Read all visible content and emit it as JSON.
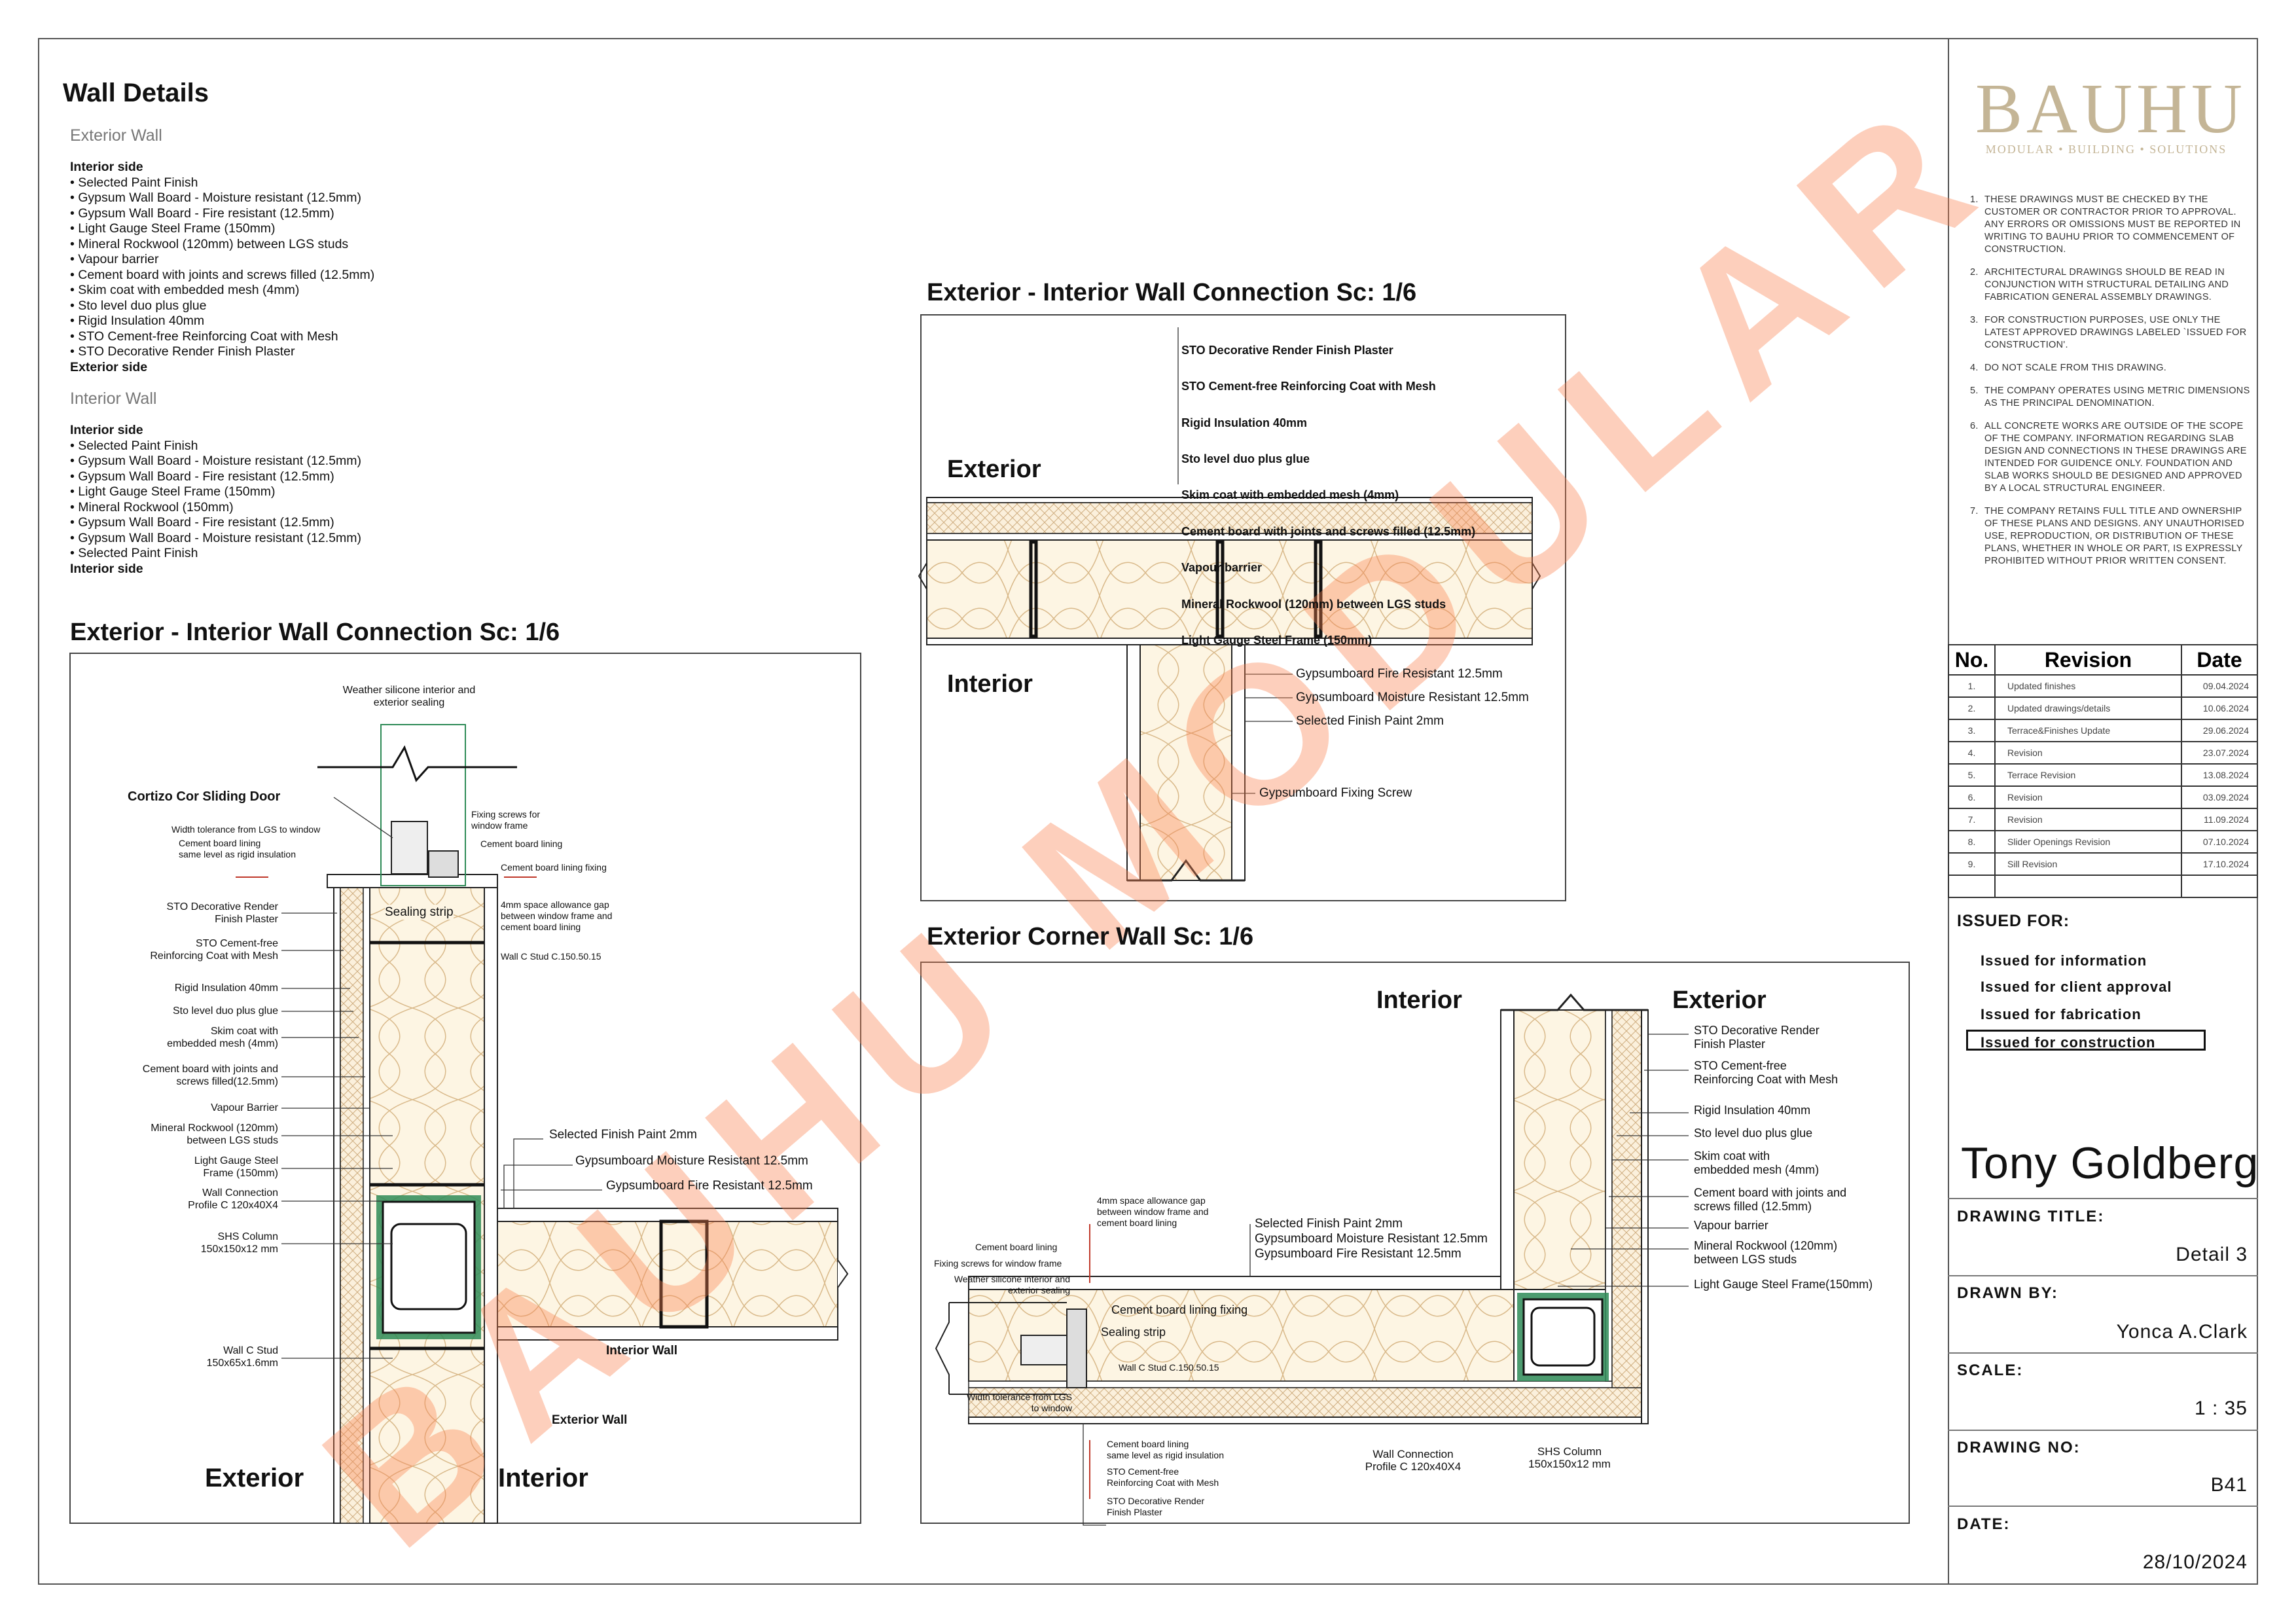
{
  "sheet": {
    "title": "Wall Details",
    "exterior_wall": {
      "heading": "Exterior Wall",
      "start_label": "Interior side",
      "items": [
        "Selected Paint Finish",
        "Gypsum Wall Board - Moisture resistant (12.5mm)",
        "Gypsum Wall Board - Fire resistant (12.5mm)",
        "Light Gauge Steel Frame (150mm)",
        "Mineral Rockwool (120mm)  between LGS studs",
        "Vapour barrier",
        "Cement board with joints and screws filled (12.5mm)",
        "Skim coat with embedded mesh (4mm)",
        "Sto level duo plus glue",
        "Rigid Insulation 40mm",
        "STO Cement-free Reinforcing Coat with Mesh",
        "STO Decorative Render Finish Plaster"
      ],
      "end_label": "Exterior side"
    },
    "interior_wall": {
      "heading": "Interior Wall",
      "start_label": "Interior side",
      "items": [
        "Selected Paint Finish",
        "Gypsum Wall Board - Moisture resistant (12.5mm)",
        "Gypsum Wall Board - Fire resistant (12.5mm)",
        "Light Gauge Steel Frame (150mm)",
        "Mineral Rockwool (150mm)",
        "Gypsum Wall Board - Fire resistant (12.5mm)",
        "Gypsum Wall Board - Moisture resistant (12.5mm)",
        "Selected Paint Finish"
      ],
      "end_label": "Interior side"
    }
  },
  "detail_left": {
    "title": "Exterior - Interior Wall Connection Sc: 1/6",
    "labels": {
      "weather": "Weather silicone interior and\nexterior sealing",
      "door": "Cortizo Cor Sliding Door",
      "width_tol": "Width tolerance from LGS  to window",
      "cement_same": "Cement board lining\nsame level as rigid insulation",
      "fixing_screws": "Fixing screws for\nwindow frame",
      "cement_lining": "Cement board lining",
      "cement_fixing": "Cement board lining fixing",
      "sealing": "Sealing strip",
      "gap": "4mm space allowance gap\nbetween window frame and\ncement board lining",
      "c_stud": "Wall C Stud  C.150.50.15",
      "render": "STO Decorative Render\nFinish Plaster",
      "reinf": "STO Cement-free\nReinforcing Coat with Mesh",
      "rigid": "Rigid Insulation 40mm",
      "glue": "Sto level duo plus glue",
      "skim": "Skim coat with\nembedded mesh (4mm)",
      "cement_board": "Cement board with joints and\nscrews filled(12.5mm)",
      "vapour": "Vapour Barrier",
      "rockwool": "Mineral Rockwool (120mm)\nbetween LGS studs",
      "lgs": "Light Gauge Steel\nFrame (150mm)",
      "profile": "Wall Connection\nProfile  C 120x40X4",
      "shs": "SHS Column\n150x150x12 mm",
      "stud2": "Wall C Stud\n150x65x1.6mm",
      "paint": "Selected Finish Paint 2mm",
      "gyp_moist": "Gypsumboard Moisture Resistant 12.5mm",
      "gyp_fire": "Gypsumboard Fire Resistant 12.5mm",
      "interior_wall": "Interior Wall",
      "exterior_wall": "Exterior Wall",
      "exterior": "Exterior",
      "interior": "Interior"
    }
  },
  "detail_top": {
    "title": "Exterior - Interior Wall Connection Sc: 1/6",
    "layers": [
      "STO Decorative Render Finish Plaster",
      "STO Cement-free Reinforcing Coat with Mesh",
      "Rigid Insulation 40mm",
      "Sto level duo plus glue",
      "Skim coat with embedded mesh (4mm)",
      "Cement board  with joints and screws filled (12.5mm)",
      "Vapour barrier",
      "Mineral Rockwool (120mm) between LGS studs",
      "Light Gauge Steel Frame (150mm)"
    ],
    "exterior": "Exterior",
    "interior": "Interior",
    "gyp_fire": "Gypsumboard Fire Resistant 12.5mm",
    "gyp_moist": "Gypsumboard Moisture Resistant 12.5mm",
    "paint": "Selected Finish Paint 2mm",
    "screw": "Gypsumboard Fixing Screw"
  },
  "detail_corner": {
    "title": "Exterior Corner Wall Sc: 1/6",
    "interior": "Interior",
    "exterior": "Exterior",
    "right_labels": [
      "STO Decorative Render\nFinish Plaster",
      "STO Cement-free\nReinforcing Coat with Mesh",
      "Rigid Insulation 40mm",
      "Sto level duo plus glue",
      "Skim coat with\nembedded mesh (4mm)",
      "Cement board with joints and\nscrews filled (12.5mm)",
      "Vapour barrier",
      "Mineral Rockwool (120mm)\nbetween LGS studs",
      "Light Gauge Steel Frame(150mm)"
    ],
    "gap": "4mm space allowance gap\nbetween window frame and\ncement board lining",
    "finishes": "Selected Finish Paint 2mm\nGypsumboard Moisture Resistant 12.5mm\nGypsumboard Fire Resistant 12.5mm",
    "cement_lining": "Cement board lining",
    "fixing_screws": "Fixing screws  for window frame",
    "weather": "Weather silicone interior and\nexterior sealing",
    "cement_fixing": "Cement board lining fixing",
    "sealing": "Sealing strip",
    "c_stud": "Wall C Stud C.150.50.15",
    "width_tol": "Width tolerance from LGS\nto window",
    "cement_same": "Cement board lining\nsame level as rigid insulation",
    "reinf": "STO Cement-free\nReinforcing Coat with Mesh",
    "render": "STO Decorative Render\nFinish Plaster",
    "profile": "Wall Connection\nProfile  C 120x40X4",
    "shs": "SHS Column\n150x150x12 mm"
  },
  "title_block": {
    "logo_name": "BAUHU",
    "logo_tagline": "MODULAR • BUILDING • SOLUTIONS",
    "notes": [
      {
        "n": "1.",
        "text": "THESE DRAWINGS MUST BE CHECKED BY THE CUSTOMER OR CONTRACTOR PRIOR TO APPROVAL. ANY ERRORS OR OMISSIONS MUST BE REPORTED IN WRITING TO BAUHU PRIOR TO COMMENCEMENT OF CONSTRUCTION."
      },
      {
        "n": "2.",
        "text": "ARCHITECTURAL DRAWINGS SHOULD BE READ IN CONJUNCTION WITH STRUCTURAL DETAILING AND FABRICATION GENERAL ASSEMBLY DRAWINGS."
      },
      {
        "n": "3.",
        "text": "FOR CONSTRUCTION PURPOSES, USE ONLY THE LATEST APPROVED DRAWINGS LABELED `ISSUED FOR CONSTRUCTION'."
      },
      {
        "n": "4.",
        "text": "DO NOT SCALE FROM THIS DRAWING."
      },
      {
        "n": "5.",
        "text": "THE COMPANY OPERATES USING METRIC DIMENSIONS AS THE PRINCIPAL DENOMINATION."
      },
      {
        "n": "6.",
        "text": "ALL CONCRETE WORKS ARE OUTSIDE OF THE SCOPE OF THE COMPANY. INFORMATION REGARDING SLAB DESIGN AND CONNECTIONS IN THESE DRAWINGS ARE INTENDED FOR GUIDENCE ONLY. FOUNDATION AND SLAB WORKS SHOULD BE DESIGNED AND APPROVED BY A LOCAL STRUCTURAL ENGINEER."
      },
      {
        "n": "7.",
        "text": "THE COMPANY RETAINS FULL TITLE AND OWNERSHIP OF THESE PLANS AND DESIGNS. ANY UNAUTHORISED USE, REPRODUCTION, OR DISTRIBUTION OF THESE PLANS, WHETHER IN WHOLE OR PART, IS EXPRESSLY PROHIBITED WITHOUT PRIOR WRITTEN CONSENT."
      }
    ],
    "revisions": {
      "headers": [
        "No.",
        "Revision",
        "Date"
      ],
      "rows": [
        {
          "no": "1.",
          "desc": "Updated finishes",
          "date": "09.04.2024"
        },
        {
          "no": "2.",
          "desc": "Updated drawings/details",
          "date": "10.06.2024"
        },
        {
          "no": "3.",
          "desc": "Terrace&Finishes Update",
          "date": "29.06.2024"
        },
        {
          "no": "4.",
          "desc": "Revision",
          "date": "23.07.2024"
        },
        {
          "no": "5.",
          "desc": "Terrace Revision",
          "date": "13.08.2024"
        },
        {
          "no": "6.",
          "desc": "Revision",
          "date": "03.09.2024"
        },
        {
          "no": "7.",
          "desc": "Revision",
          "date": "11.09.2024"
        },
        {
          "no": "8.",
          "desc": "Slider Openings Revision",
          "date": "07.10.2024"
        },
        {
          "no": "9.",
          "desc": "Sill Revision",
          "date": "17.10.2024"
        }
      ]
    },
    "issued_for": {
      "label": "ISSUED FOR:",
      "options": [
        "Issued for information",
        "Issued for client approval",
        "Issued for fabrication",
        "Issued for construction"
      ],
      "selected": "Issued for construction"
    },
    "client": "Tony Goldberg",
    "drawing_title_label": "DRAWING TITLE:",
    "drawing_title": "Detail 3",
    "drawn_by_label": "DRAWN BY:",
    "drawn_by": "Yonca A.Clark",
    "scale_label": "SCALE:",
    "scale": "1 : 35",
    "drawing_no_label": "DRAWING NO:",
    "drawing_no": "B41",
    "date_label": "DATE:",
    "date": "28/10/2024"
  },
  "watermark": "BAUHU MODULAR",
  "colors": {
    "watermark": "#fa8250",
    "logo": "#c4b596",
    "profile_green": "#2e8b57",
    "rockwool_fill": "#fdf5e3",
    "rockwool_line": "#d9b98a"
  }
}
